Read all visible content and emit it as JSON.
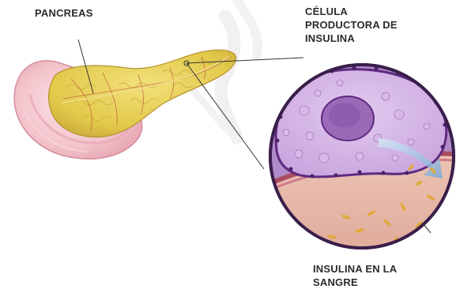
{
  "labels": {
    "pancreas": "PANCREAS",
    "insulin_cell": [
      "CÉLULA",
      "PRODUCTORA DE",
      "INSULINA"
    ],
    "insulin_blood": [
      "INSULINA EN LA",
      "SANGRE"
    ]
  },
  "colors": {
    "pancreas": "#e2c94a",
    "duodenum": "#f3c4cc",
    "cell": "#c9a6de",
    "cell_border": "#6a2f8c",
    "nucleus": "#9a6ab8",
    "blood": "#e6b8a8",
    "insulin": "#e0a93c",
    "arrow": "#a9c9e8"
  }
}
